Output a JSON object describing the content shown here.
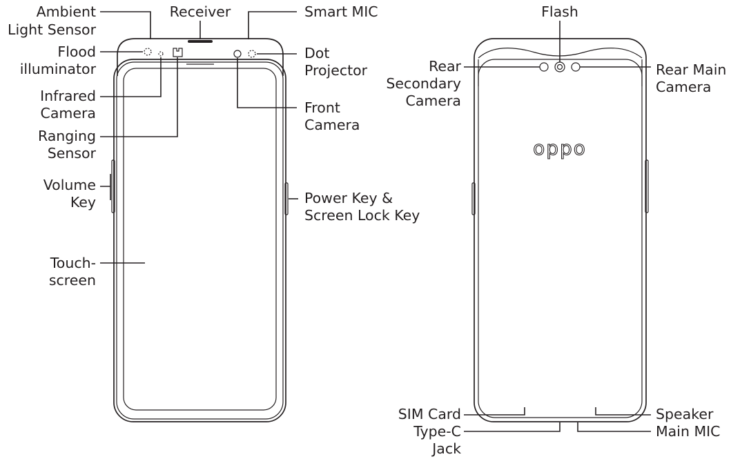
{
  "front": {
    "ambient_light_sensor": [
      "Ambient",
      "Light Sensor"
    ],
    "receiver": "Receiver",
    "smart_mic": "Smart MIC",
    "flood_illuminator": [
      "Flood",
      "illuminator"
    ],
    "dot_projector": [
      "Dot",
      "Projector"
    ],
    "infrared_camera": [
      "Infrared",
      "Camera"
    ],
    "front_camera": [
      "Front",
      "Camera"
    ],
    "ranging_sensor": [
      "Ranging",
      "Sensor"
    ],
    "volume_key": [
      "Volume",
      "Key"
    ],
    "power_key": [
      "Power Key &",
      "Screen Lock Key"
    ],
    "touchscreen": [
      "Touch-",
      "screen"
    ]
  },
  "back": {
    "flash": "Flash",
    "rear_secondary_camera": [
      "Rear",
      "Secondary",
      "Camera"
    ],
    "rear_main_camera": [
      "Rear Main",
      "Camera"
    ],
    "logo": "oppo",
    "sim_card": "SIM Card",
    "speaker": "Speaker",
    "type_c_jack": [
      "Type-C",
      "Jack"
    ],
    "main_mic": "Main MIC"
  },
  "colors": {
    "line": "#231f20",
    "background": "#ffffff"
  }
}
